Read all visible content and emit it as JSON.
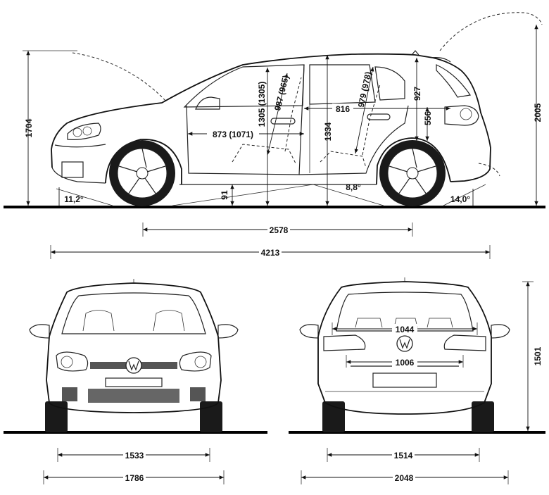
{
  "dimensions": {
    "side": {
      "height": "1704",
      "height_open_tailgate": "2005",
      "wheelbase": "2578",
      "length": "4213",
      "front_headroom": "1305 (1305)",
      "front_seat_height": "987 (965)",
      "front_legroom": "873 (1071)",
      "rear_headroom": "979 (978)",
      "interior_length": "816",
      "roof_height": "1334",
      "boot_opening_height": "927",
      "load_sill_height": "556",
      "ground_clearance": "91",
      "approach_angle": "11,2°",
      "ramp_angle": "8,8°",
      "departure_angle": "14,0°"
    },
    "front": {
      "front_track": "1533",
      "width": "1786"
    },
    "rear": {
      "rear_track": "1514",
      "width_with_mirrors": "2048",
      "boot_width_top": "1044",
      "boot_width_bottom": "1006",
      "height_side": "1501"
    }
  },
  "colors": {
    "line": "#222222",
    "ground": "#000000",
    "tyre": "#1a1a1a",
    "background": "#ffffff"
  }
}
